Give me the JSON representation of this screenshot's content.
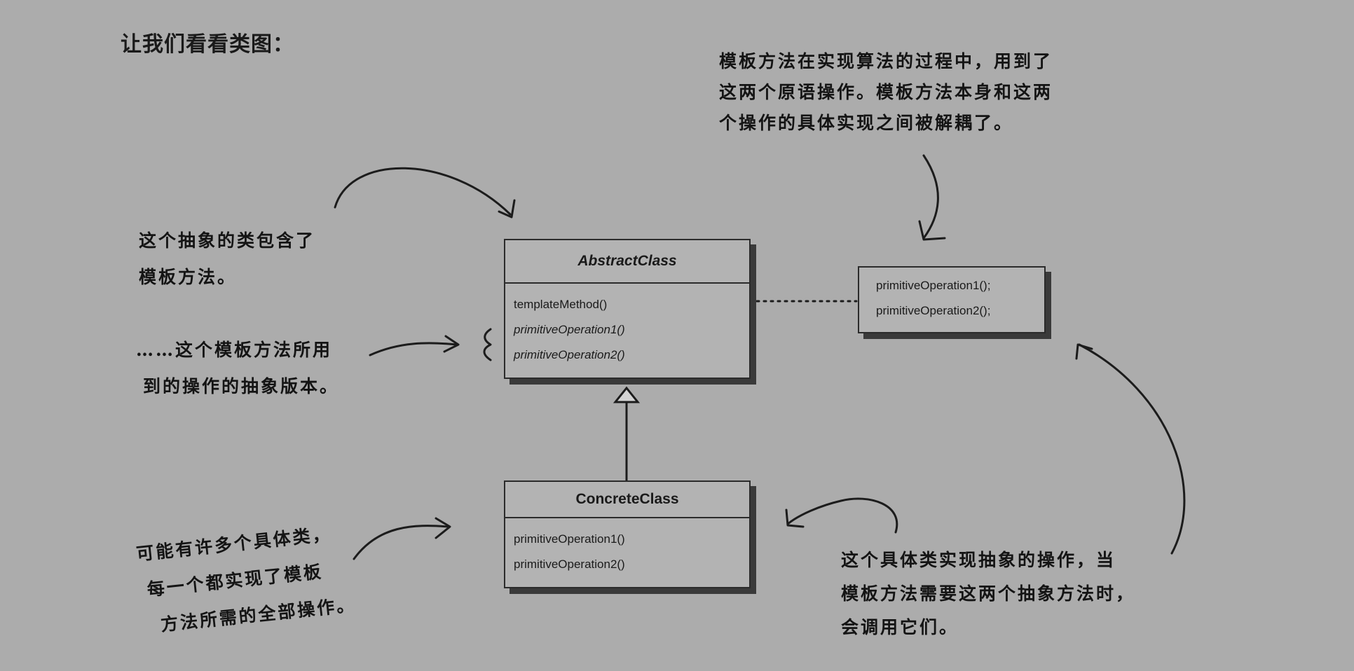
{
  "page_title": "让我们看看类图：",
  "abstract_class": {
    "name": "AbstractClass",
    "operations": [
      "templateMethod()",
      "primitiveOperation1()",
      "primitiveOperation2()"
    ]
  },
  "concrete_class": {
    "name": "ConcreteClass",
    "operations": [
      "primitiveOperation1()",
      "primitiveOperation2()"
    ]
  },
  "operations_box": {
    "operations": [
      "primitiveOperation1();",
      "primitiveOperation2();"
    ]
  },
  "annotations": {
    "top_right": [
      "模板方法在实现算法的过程中，用到了",
      "这两个原语操作。模板方法本身和这两",
      "个操作的具体实现之间被解耦了。"
    ],
    "abstract_class": [
      "这个抽象的类包含了",
      "模板方法。"
    ],
    "abstract_ops": [
      "……这个模板方法所用",
      "到的操作的抽象版本。"
    ],
    "many_concrete": [
      "可能有许多个具体类，",
      "每一个都实现了模板",
      "方法所需的全部操作。"
    ],
    "concrete_impl": [
      "这个具体类实现抽象的操作，当",
      "模板方法需要这两个抽象方法时，",
      "会调用它们。"
    ]
  }
}
